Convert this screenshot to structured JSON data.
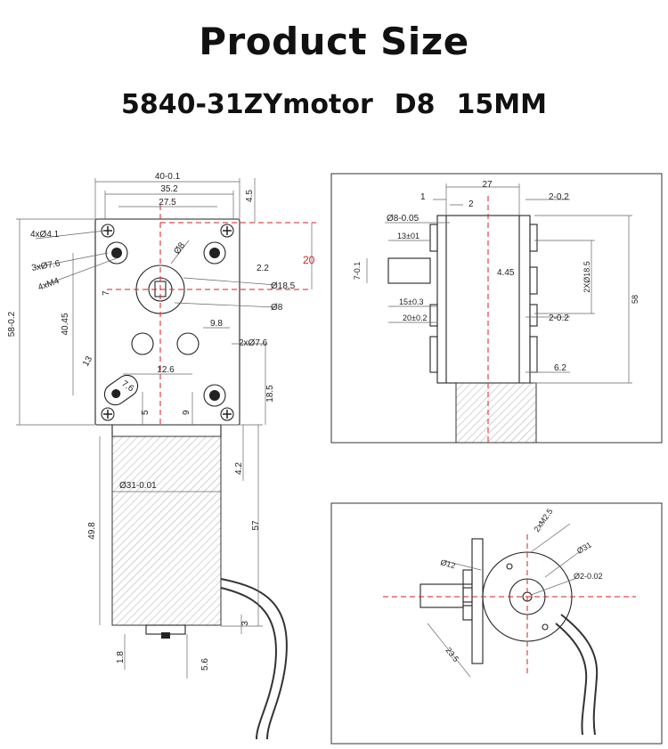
{
  "header": {
    "title": "Product Size",
    "model": "5840-31ZYmotor",
    "shaft": "D8",
    "length": "15MM"
  },
  "front_view": {
    "dims": {
      "width_total": "40-0.1",
      "width_35": "35.2",
      "width_27": "27.5",
      "offset_45": "4.5",
      "hole_4x41": "4xØ4.1",
      "hole_3x76": "3xØ7.6",
      "thread_4xm4": "4xM4",
      "diam_8a": "Ø8",
      "diam_8b": "Ø8",
      "diam_185": "Ø18.5",
      "dist_22": "2.2",
      "dist_7": "7",
      "height_58": "58-0.2",
      "dist_4045": "40.45",
      "dist_98": "9.8",
      "hole_2x76": "2xØ7.6",
      "dist_13": "13",
      "dist_76": "7.6",
      "dist_126": "12.6",
      "dist_185": "18.5",
      "dist_5": "5",
      "dist_9": "9",
      "center_20": "20",
      "dist_42": "4.2",
      "motor_diam": "Ø31-0.01",
      "motor_len": "49.8",
      "total_57": "57",
      "dist_3": "3",
      "dist_18": "1.8",
      "dist_56": "5.6"
    }
  },
  "side_view": {
    "dims": {
      "width_27": "27",
      "dist_1": "1",
      "dist_2": "2",
      "dist_2_02a": "2-0.2",
      "shaft_8": "Ø8-0.05",
      "shaft_13": "13±01",
      "shaft_7": "7-0.1",
      "dist_445": "4.45",
      "hole_2x185": "2XØ18.5",
      "height_58": "58",
      "dist_15": "15±0.3",
      "dist_20": "20±0.2",
      "dist_2_02b": "2-0.2",
      "dist_62": "6.2"
    }
  },
  "rear_view": {
    "dims": {
      "thread_2xm25": "2xM2.5",
      "diam_12": "Ø12",
      "diam_31": "Ø31",
      "diam_2": "Ø2-0.02",
      "dist_235": "23.5"
    }
  },
  "colors": {
    "centerline": "#d61f26",
    "line": "#222222",
    "dim_line": "#666666"
  }
}
